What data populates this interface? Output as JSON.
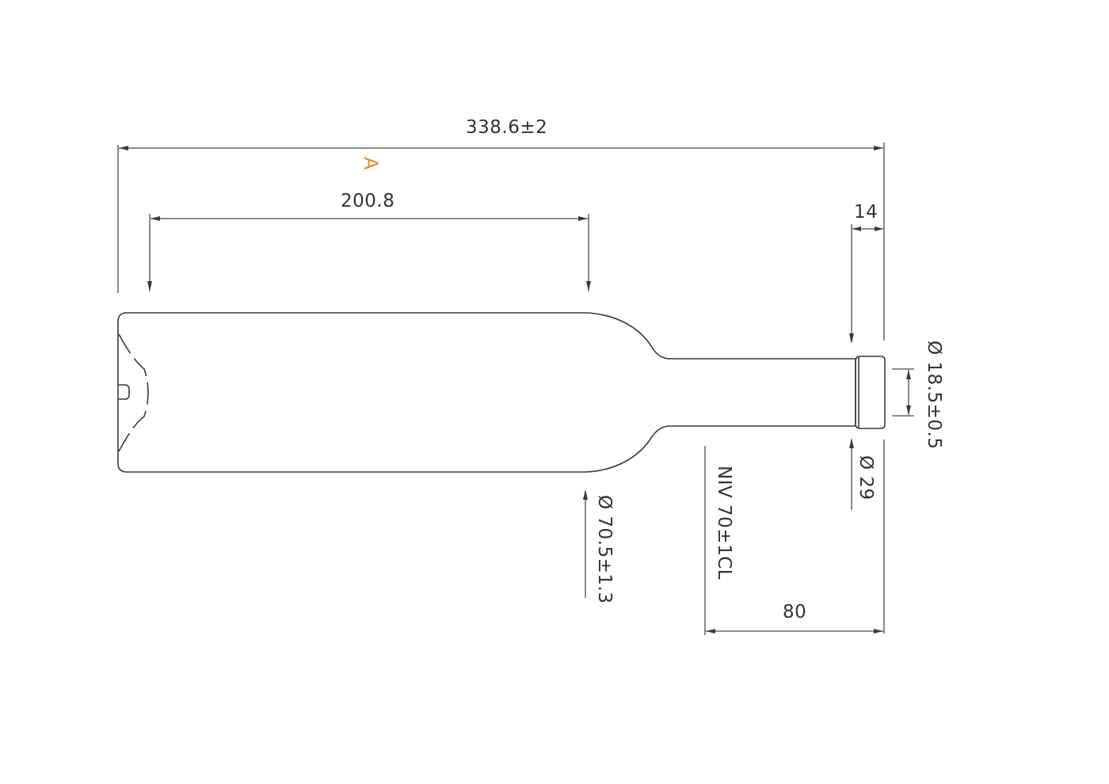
{
  "drawing": {
    "subject": "wine bottle technical drawing",
    "marker": {
      "text": "A",
      "color": "#f08a24"
    },
    "dimensions": {
      "overall_length": "338.6±2",
      "body_length": "200.8",
      "finish_height": "14",
      "bore_diameter": "Ø 18.5±0.5",
      "finish_diameter": "Ø 29",
      "body_diameter": "Ø 70.5±1.3",
      "fill_level": "NIV 70±1CL",
      "fill_level_distance": "80"
    },
    "line_color": "#3a3a3a"
  }
}
